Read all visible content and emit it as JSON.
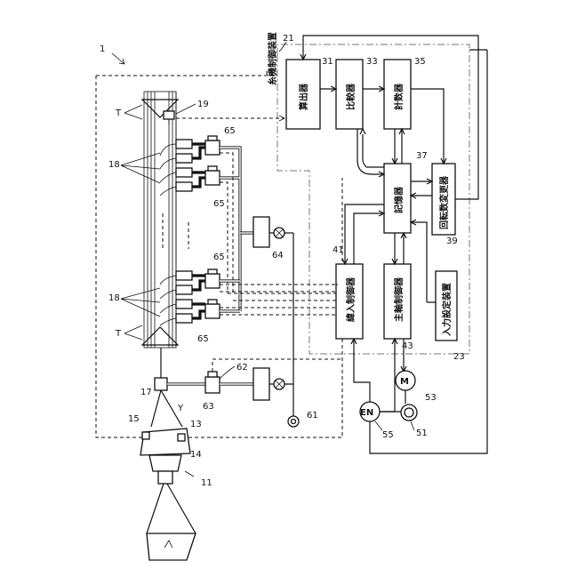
{
  "labels": {
    "system": "1",
    "control_title": "糸機制御装置",
    "ctrl_ref": "21",
    "calc": "算出器",
    "calc_ref": "31",
    "compare": "比較器",
    "compare_ref": "33",
    "counter": "計数器",
    "counter_ref": "35",
    "memory": "記憶器",
    "memory_ref": "37",
    "rpm_changer": "回転数変更器",
    "rpm_changer_ref": "39",
    "insert_ctrl": "緯入制御器",
    "insert_ctrl_ref": "41",
    "main_ctrl": "主軸制御器",
    "main_ctrl_ref": "43",
    "input_dev": "入力設定装置",
    "input_dev_ref": "23",
    "motor": "M",
    "motor_ref": "53",
    "encoder": "EN",
    "encoder_ref": "55",
    "shaft_ref": "51",
    "air_ref": "61",
    "valve_ref": "62",
    "valve2_ref": "63",
    "regulator_ref": "64",
    "solenoid_ref": "65",
    "nozzle_ref": "18",
    "sensor_ref": "19",
    "yarn_ref": "Y",
    "main_nozzle_ref": "17",
    "feeder_ref1": "15",
    "feeder_ref2": "13",
    "feeder_ref3": "14",
    "drum_ref": "11",
    "reed_T": "T"
  }
}
